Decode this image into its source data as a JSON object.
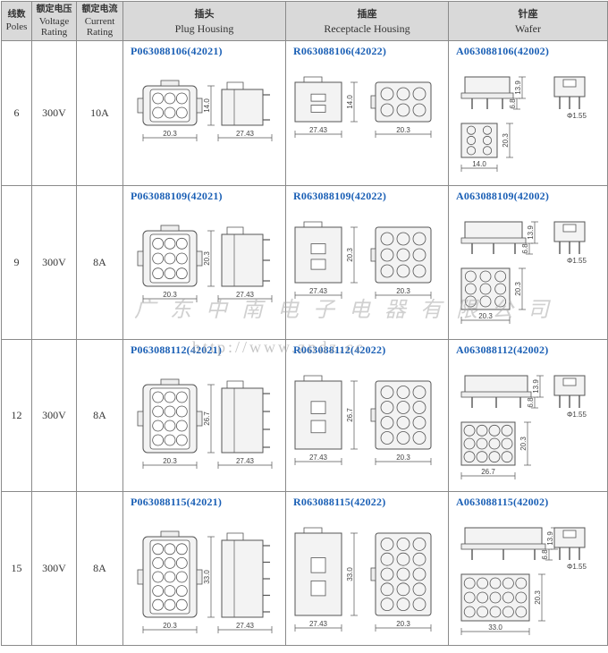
{
  "headers": {
    "poles_zh": "线数",
    "poles_en": "Poles",
    "voltage_zh": "额定电压",
    "voltage_en1": "Voltage",
    "voltage_en2": "Rating",
    "current_zh": "额定电流",
    "current_en1": "Current",
    "current_en2": "Rating",
    "plug_zh": "插头",
    "plug_en": "Plug Housing",
    "receptacle_zh": "插座",
    "receptacle_en": "Receptacle Housing",
    "wafer_zh": "针座",
    "wafer_en": "Wafer"
  },
  "rows": [
    {
      "poles": "6",
      "voltage": "300V",
      "current": "10A",
      "plug_pn": "P063088106(42021)",
      "receptacle_pn": "R063088106(42022)",
      "wafer_pn": "A063088106(42002)",
      "plug_w": "20.3",
      "plug_h": "14.0",
      "plug_len": "27.43",
      "rec_len": "27.43",
      "rec_h": "14.0",
      "rec_w": "20.3",
      "waf_h1": "13.9",
      "waf_h2": "6.8",
      "waf_pin": "Φ1.55",
      "waf_w": "14.0",
      "waf_h3": "20.3"
    },
    {
      "poles": "9",
      "voltage": "300V",
      "current": "8A",
      "plug_pn": "P063088109(42021)",
      "receptacle_pn": "R063088109(42022)",
      "wafer_pn": "A063088109(42002)",
      "plug_w": "20.3",
      "plug_h": "20.3",
      "plug_len": "27.43",
      "rec_len": "27.43",
      "rec_h": "20.3",
      "rec_w": "20.3",
      "waf_h1": "13.9",
      "waf_h2": "6.8",
      "waf_pin": "Φ1.55",
      "waf_w": "20.3",
      "waf_h3": "20.3"
    },
    {
      "poles": "12",
      "voltage": "300V",
      "current": "8A",
      "plug_pn": "P063088112(42021)",
      "receptacle_pn": "R063088112(42022)",
      "wafer_pn": "A063088112(42002)",
      "plug_w": "20.3",
      "plug_h": "26.7",
      "plug_len": "27.43",
      "rec_len": "27.43",
      "rec_h": "26.7",
      "rec_w": "20.3",
      "waf_h1": "13.9",
      "waf_h2": "6.8",
      "waf_pin": "Φ1.55",
      "waf_w": "26.7",
      "waf_h3": "20.3"
    },
    {
      "poles": "15",
      "voltage": "300V",
      "current": "8A",
      "plug_pn": "P063088115(42021)",
      "receptacle_pn": "R063088115(42022)",
      "wafer_pn": "A063088115(42002)",
      "plug_w": "20.3",
      "plug_h": "33.0",
      "plug_len": "27.43",
      "rec_len": "27.43",
      "rec_h": "33.0",
      "rec_w": "20.3",
      "waf_h1": "13.9",
      "waf_h2": "6.8",
      "waf_pin": "Φ1.55",
      "waf_w": "33.0",
      "waf_h3": "20.3"
    }
  ],
  "watermark_company": "广东中南电子电器有限公司",
  "watermark_url": "http://www.zndz.cc"
}
